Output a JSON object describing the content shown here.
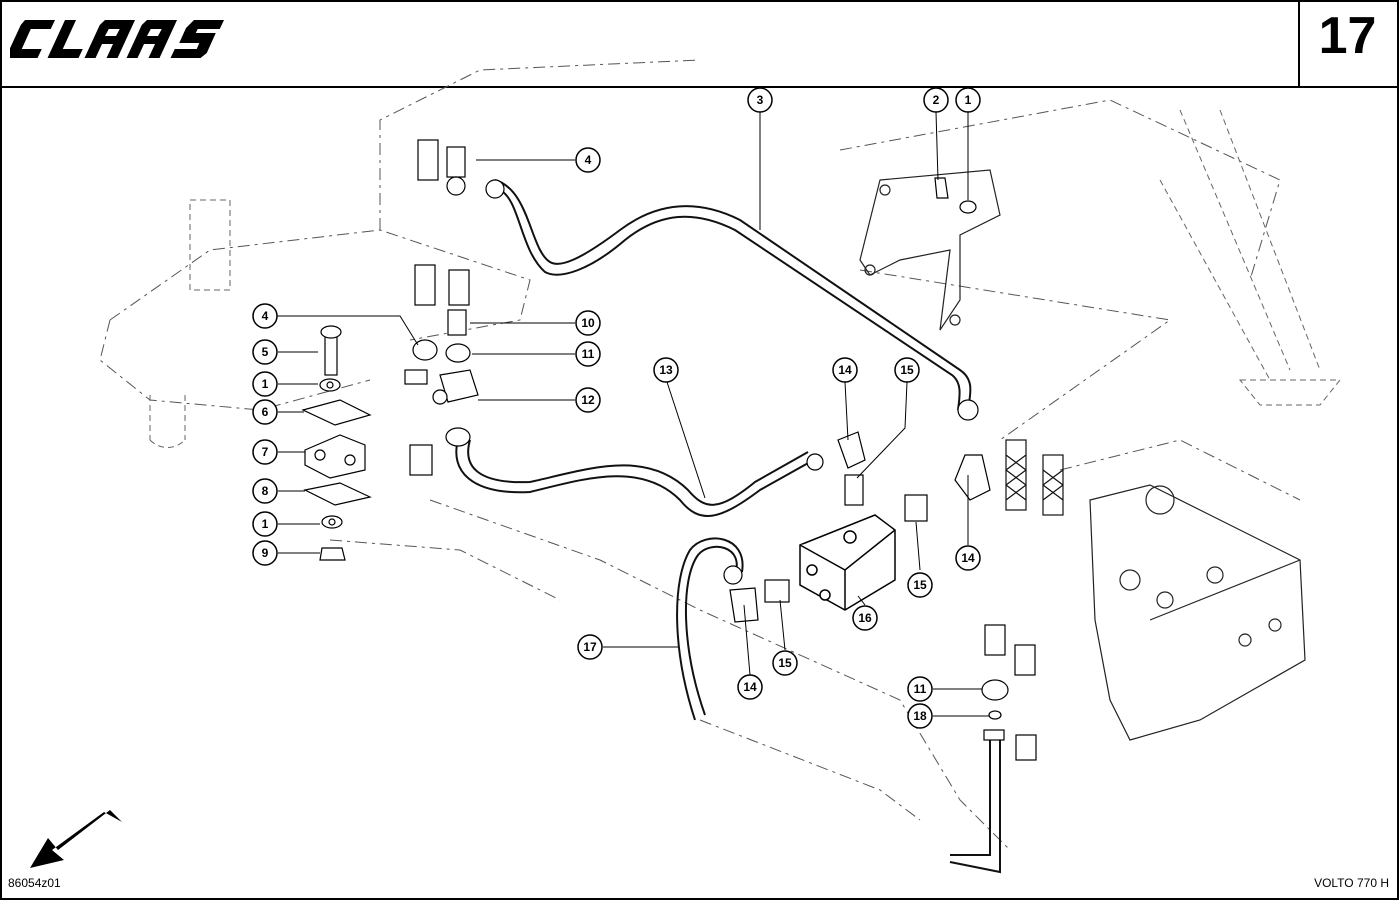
{
  "brand": {
    "logo_text": "CLAAS"
  },
  "page_number": "17",
  "footer": {
    "drawing_code": "86054z01",
    "model": "VOLTO 770 H"
  },
  "callouts": [
    {
      "label": "4"
    },
    {
      "label": "3"
    },
    {
      "label": "2"
    },
    {
      "label": "1"
    },
    {
      "label": "4"
    },
    {
      "label": "5"
    },
    {
      "label": "1"
    },
    {
      "label": "6"
    },
    {
      "label": "7"
    },
    {
      "label": "8"
    },
    {
      "label": "1"
    },
    {
      "label": "9"
    },
    {
      "label": "10"
    },
    {
      "label": "11"
    },
    {
      "label": "12"
    },
    {
      "label": "13"
    },
    {
      "label": "14"
    },
    {
      "label": "15"
    },
    {
      "label": "14"
    },
    {
      "label": "15"
    },
    {
      "label": "16"
    },
    {
      "label": "17"
    },
    {
      "label": "14"
    },
    {
      "label": "15"
    },
    {
      "label": "11"
    },
    {
      "label": "18"
    }
  ],
  "colors": {
    "ink": "#000000",
    "paper": "#ffffff",
    "phantom": "#666666"
  }
}
